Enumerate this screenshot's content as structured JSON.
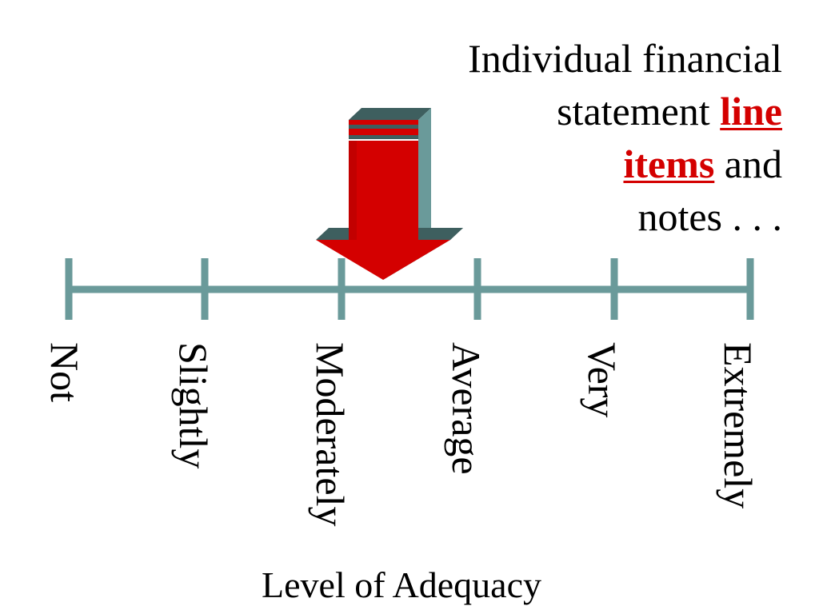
{
  "heading": {
    "line1": "Individual financial",
    "line2_text": "statement ",
    "line2_highlight": "line",
    "line3_highlight": "items",
    "line3_text": " and",
    "line4": "notes . . ."
  },
  "scale": {
    "labels": [
      "Not",
      "Slightly",
      "Moderately",
      "Average",
      "Very",
      "Extremely"
    ],
    "title": "Level of Adequacy",
    "marker_position": 2.3
  },
  "colors": {
    "axis": "#6a9a9a",
    "arrow_red": "#d40000",
    "arrow_shadow": "#3e5f5f",
    "highlight": "#d40000"
  }
}
